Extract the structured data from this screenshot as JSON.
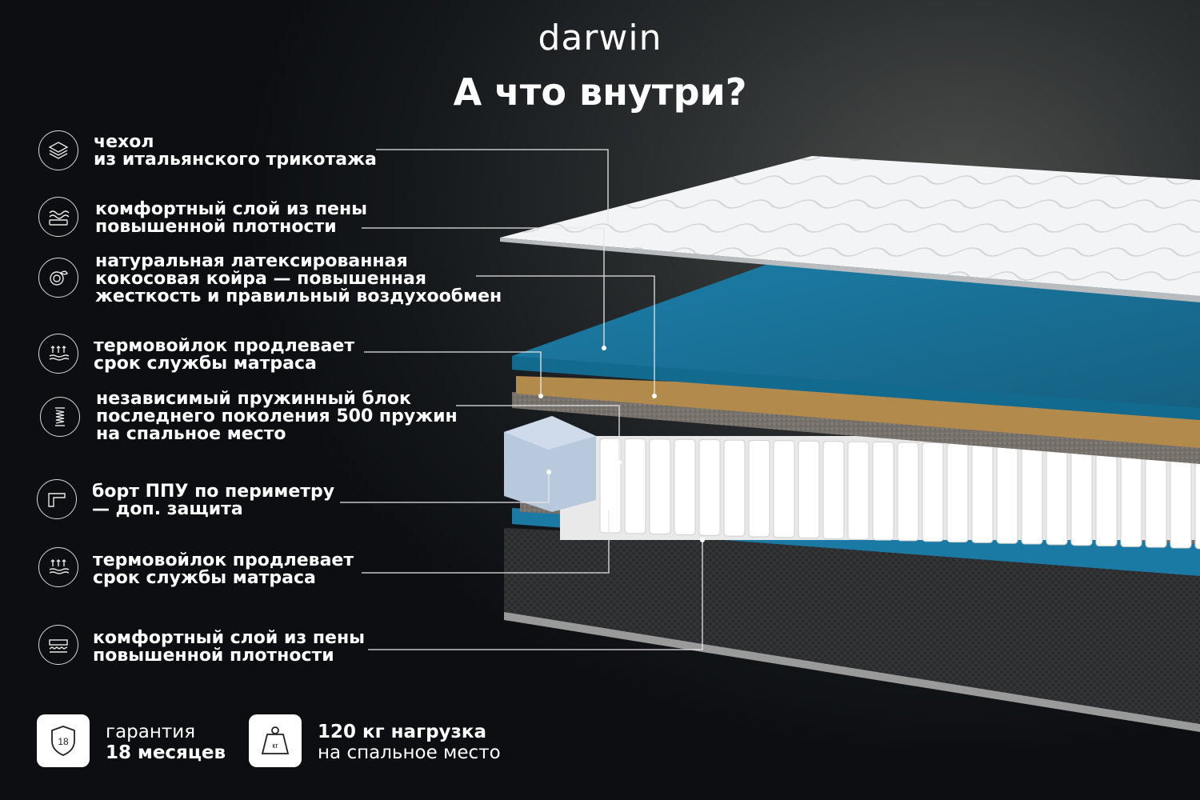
{
  "brand": "darwin",
  "headline": "А что внутри?",
  "features": [
    {
      "icon": "fabric-layers-icon",
      "text": "чехол\nиз итальянского трикотажа"
    },
    {
      "icon": "foam-waves-icon",
      "text": "комфортный слой из пены\nповышенной плотности"
    },
    {
      "icon": "coconut-fiber-icon",
      "text": "натуральная латексированная\nкокосовая койра — повышенная\nжесткость и правильный воздухообмен"
    },
    {
      "icon": "thermal-felt-icon",
      "text": "термовойлок продлевает\nсрок службы матраса"
    },
    {
      "icon": "spring-icon",
      "text": "независимый пружинный блок\nпоследнего поколения 500 пружин\nна спальное место"
    },
    {
      "icon": "foam-border-icon",
      "text": "борт ППУ по периметру\n— доп. защита"
    },
    {
      "icon": "thermal-felt-icon",
      "text": "термовойлок продлевает\nсрок службы матраса"
    },
    {
      "icon": "foam-base-icon",
      "text": "комфортный слой из пены\nповышенной плотности"
    }
  ],
  "badges": [
    {
      "icon": "warranty-shield-icon",
      "icon_label": "18",
      "bold": "гарантия",
      "light": "18 месяцев"
    },
    {
      "icon": "weight-icon",
      "icon_label": "кг",
      "bold": "120 кг нагрузка",
      "light": "на спальное место"
    }
  ],
  "colors": {
    "background": "#14171a",
    "cover": "#f2f3f4",
    "foam_blue": "#1a7aa3",
    "coconut": "#b28a4c",
    "felt": "#7b746e",
    "springs": "#f4f4f4",
    "base": "#2b2c2e"
  }
}
